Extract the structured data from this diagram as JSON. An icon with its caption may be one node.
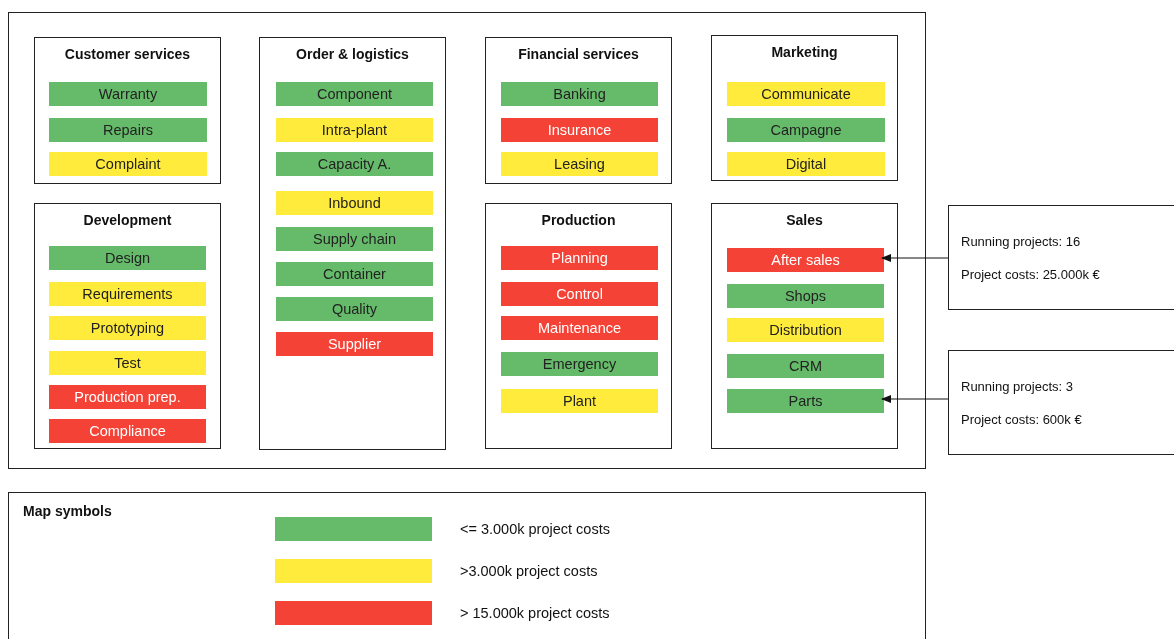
{
  "diagram": {
    "nodes": [
      {
        "text": [],
        "shape": "box"
      },
      {
        "text": [
          "Customer services"
        ],
        "in": 0
      },
      {
        "text": [
          "Warranty"
        ],
        "in": 1
      },
      {
        "text": [
          "Repairs"
        ],
        "in": 1
      },
      {
        "text": [
          "Complaint"
        ],
        "in": 1
      },
      {
        "text": [
          "Order & logistics"
        ],
        "in": 0
      },
      {
        "text": [
          "Component"
        ],
        "in": 5
      },
      {
        "text": [
          "Intra-plant"
        ],
        "in": 5
      },
      {
        "text": [
          "Capacity A."
        ],
        "in": 5
      },
      {
        "text": [
          "Inbound"
        ],
        "in": 5
      },
      {
        "text": [
          "Supply chain"
        ],
        "in": 5
      },
      {
        "text": [
          "Container"
        ],
        "in": 5
      },
      {
        "text": [
          "Quality"
        ],
        "in": 5
      },
      {
        "text": [
          "Supplier"
        ],
        "in": 5
      },
      {
        "text": [
          "Financial services"
        ],
        "in": 0
      },
      {
        "text": [
          "Banking"
        ],
        "in": 14
      },
      {
        "text": [
          "Insurance"
        ],
        "in": 14
      },
      {
        "text": [
          "Leasing"
        ],
        "in": 14
      },
      {
        "text": [
          "Marketing"
        ],
        "in": 0
      },
      {
        "text": [
          "Communicate"
        ],
        "in": 18
      },
      {
        "text": [
          "Campagne"
        ],
        "in": 18
      },
      {
        "text": [
          "Digital"
        ],
        "in": 18
      },
      {
        "text": [
          "Development"
        ],
        "in": 0
      },
      {
        "text": [
          "Design"
        ],
        "in": 22
      },
      {
        "text": [
          "Requirements"
        ],
        "in": 22
      },
      {
        "text": [
          "Prototyping"
        ],
        "in": 22
      },
      {
        "text": [
          "Test"
        ],
        "in": 22
      },
      {
        "text": [
          "Production prep."
        ],
        "in": 22
      },
      {
        "text": [
          "Compliance"
        ],
        "in": 22
      },
      {
        "text": [
          "Production"
        ],
        "in": 0
      },
      {
        "text": [
          "Planning"
        ],
        "in": 29
      },
      {
        "text": [
          "Control"
        ],
        "in": 29
      },
      {
        "text": [
          "Maintenance"
        ],
        "in": 29
      },
      {
        "text": [
          "Emergency"
        ],
        "in": 29
      },
      {
        "text": [
          "Plant"
        ],
        "in": 29
      },
      {
        "text": [
          "Sales"
        ],
        "in": 0
      },
      {
        "text": [
          "After sales"
        ],
        "in": 35
      },
      {
        "text": [
          "Shops"
        ],
        "in": 35
      },
      {
        "text": [
          "Distribution"
        ],
        "in": 35
      },
      {
        "text": [
          "CRM"
        ],
        "in": 35
      },
      {
        "text": [
          "Parts"
        ],
        "in": 35
      },
      {
        "text": [
          "Running projects: 16",
          "Project costs: 25.000k €"
        ]
      },
      {
        "text": [
          "Running projects: 3",
          "Project costs: 600k €"
        ]
      }
    ],
    "edges": [
      {
        "from": 41,
        "to": 36,
        "arrow": "to"
      },
      {
        "from": 42,
        "to": 40,
        "arrow": "to"
      }
    ],
    "labels": [
      "Map symbols"
    ],
    "legend": [
      {
        "text": "<= 3.000k project costs",
        "color": "#66bb6a"
      },
      {
        "text": ">3.000k project costs",
        "color": "#ffeb3b"
      },
      {
        "text": "> 15.000k project costs",
        "color": "#f44336"
      }
    ]
  }
}
